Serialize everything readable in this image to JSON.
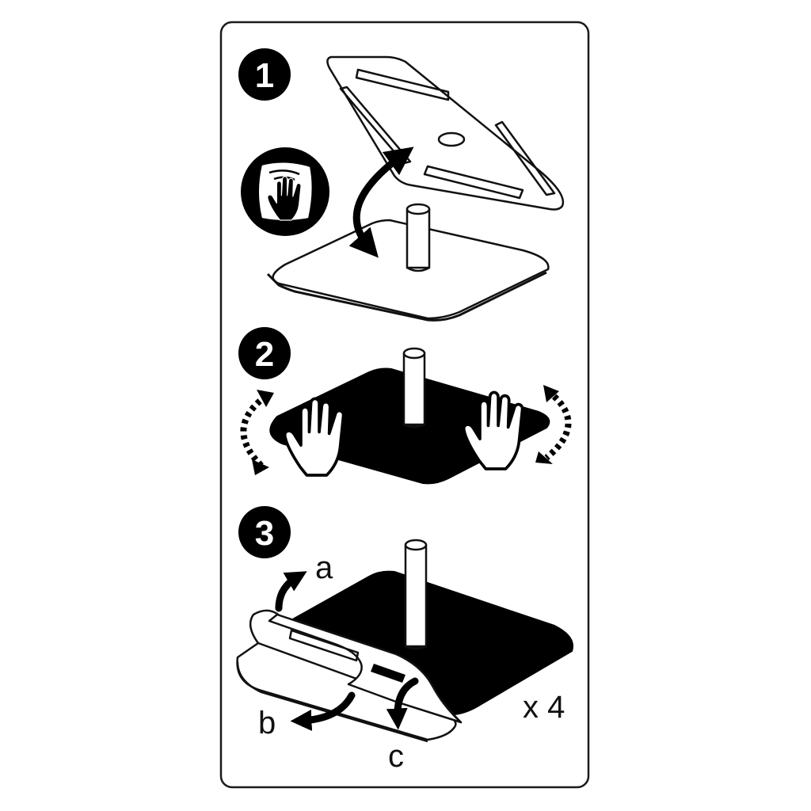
{
  "steps": [
    {
      "number": "1"
    },
    {
      "number": "2"
    },
    {
      "number": "3"
    }
  ],
  "step3_labels": {
    "a": "a",
    "b": "b",
    "c": "c"
  },
  "multiplier": "x 4",
  "icons": {
    "wipe": "cleaning-cloth-hand-icon",
    "press": "pressing-hand-icon",
    "rock": "rocking-dotted-arrow-icon",
    "flip": "flip-arrow-icon"
  },
  "colors": {
    "ink": "#000000",
    "paper": "#ffffff"
  }
}
